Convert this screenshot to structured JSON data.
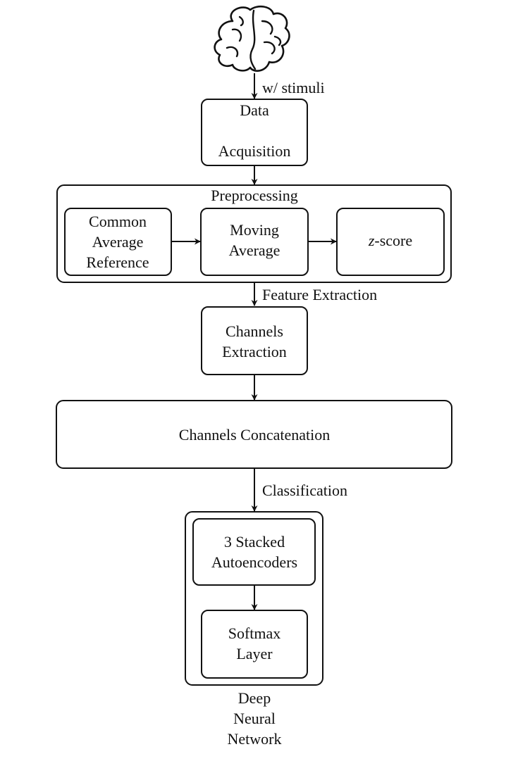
{
  "diagram": {
    "edge_labels": {
      "stimuli": "w/ stimuli",
      "feature_extraction": "Feature Extraction",
      "classification": "Classification"
    },
    "nodes": {
      "data_acquisition": [
        "Data",
        "Acquisition"
      ],
      "preprocessing_title": "Preprocessing",
      "common_average_reference": [
        "Common",
        "Average",
        "Reference"
      ],
      "moving_average": [
        "Moving",
        "Average"
      ],
      "zscore": {
        "var": "z",
        "rest": "-score"
      },
      "channels_extraction": [
        "Channels",
        "Extraction"
      ],
      "channels_concatenation": "Channels Concatenation",
      "stacked_autoencoders": [
        "3 Stacked",
        "Autoencoders"
      ],
      "softmax_layer": [
        "Softmax",
        "Layer"
      ],
      "deep_neural_network": [
        "Deep",
        "Neural",
        "Network"
      ]
    },
    "icons": {
      "top": "brain-icon"
    }
  }
}
